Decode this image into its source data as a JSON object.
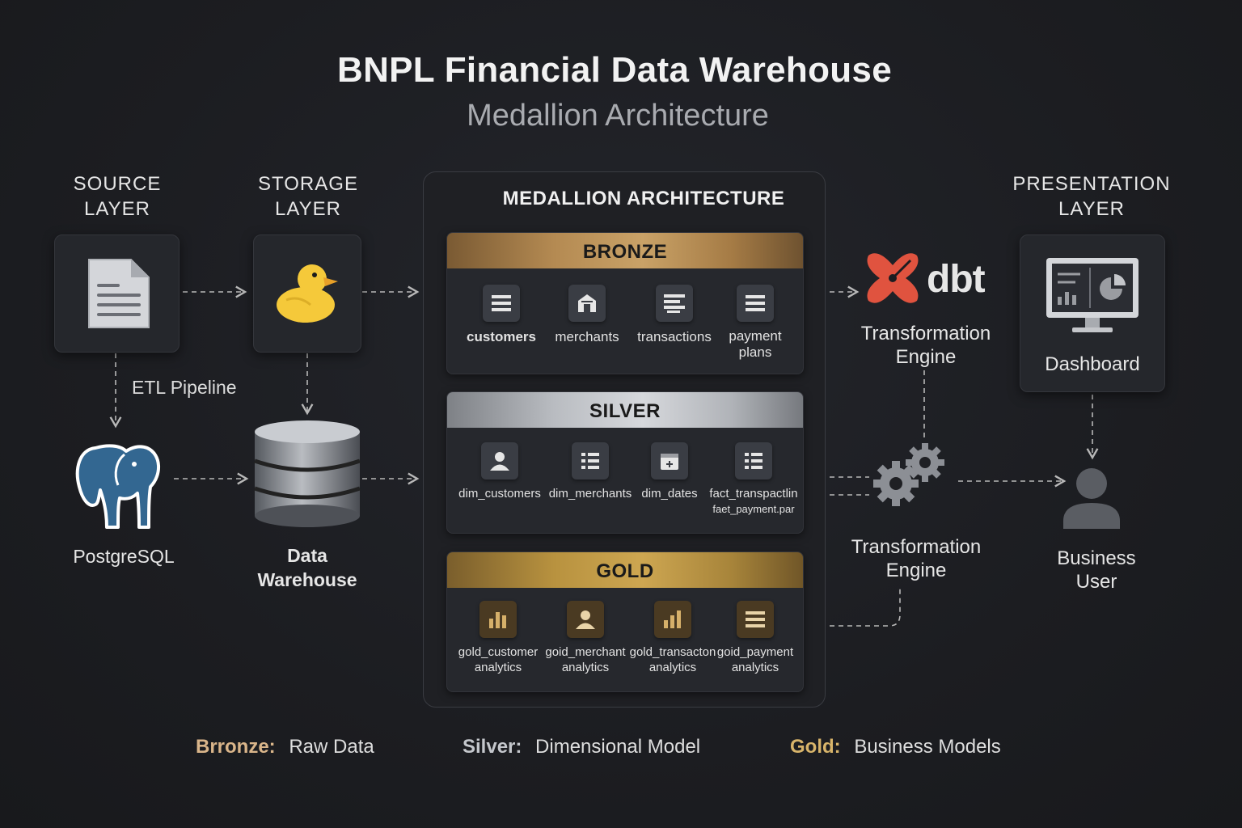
{
  "header": {
    "title": "BNPL Financial Data Warehouse",
    "subtitle": "Medallion Architecture"
  },
  "columns": {
    "source": [
      "SOURCE",
      "LAYER"
    ],
    "storage": [
      "STORAGE",
      "LAYER"
    ],
    "presentation": [
      "PRESENTATION",
      "LAYER"
    ]
  },
  "nodes": {
    "etl_label": "ETL Pipeline",
    "postgres": "PostgreSQL",
    "warehouse": [
      "Data",
      "Warehouse"
    ],
    "dbt_logo": "dbt",
    "transformation_top": [
      "Transformation",
      "Engine"
    ],
    "transformation_bottom": [
      "Transformation",
      "Engine"
    ],
    "dashboard": "Dashboard",
    "business_user": [
      "Business",
      "User"
    ]
  },
  "medallion": {
    "title": "MEDALLION ARCHITECTURE",
    "bronze": {
      "name": "BRONZE",
      "items": [
        {
          "label": [
            "customers"
          ],
          "icon": "list-icon"
        },
        {
          "label": [
            "merchants"
          ],
          "icon": "store-icon"
        },
        {
          "label": [
            "transactions"
          ],
          "icon": "table-icon"
        },
        {
          "label": [
            "payment",
            "plans"
          ],
          "icon": "list-icon"
        }
      ]
    },
    "silver": {
      "name": "SILVER",
      "items": [
        {
          "label": [
            "dim_customers"
          ],
          "icon": "user-icon"
        },
        {
          "label": [
            "dim_merchants"
          ],
          "icon": "list-icon"
        },
        {
          "label": [
            "dim_dates"
          ],
          "icon": "calendar-icon"
        },
        {
          "label": [
            "fact_transpactlin",
            "faet_payment.par"
          ],
          "icon": "list-icon"
        }
      ]
    },
    "gold": {
      "name": "GOLD",
      "items": [
        {
          "label": [
            "gold_customer",
            "analytics"
          ],
          "icon": "bar-chart-icon"
        },
        {
          "label": [
            "goid_merchant",
            "analytics"
          ],
          "icon": "user-icon"
        },
        {
          "label": [
            "gold_transacton",
            "analytics"
          ],
          "icon": "bar-chart-icon"
        },
        {
          "label": [
            "goid_payment",
            "analytics"
          ],
          "icon": "list-icon"
        }
      ]
    }
  },
  "legend": {
    "bronze_key": "Brronze:",
    "bronze_value": "Raw Data",
    "silver_key": "Silver:",
    "silver_value": "Dimensional Model",
    "gold_key": "Gold:",
    "gold_value": "Business Models"
  },
  "colors": {
    "background": "#1c1d21",
    "bronze": "#b48a52",
    "silver": "#c4c7cc",
    "gold": "#c9a252",
    "dbt_orange": "#e0533f",
    "duck_yellow": "#f5c93a"
  }
}
